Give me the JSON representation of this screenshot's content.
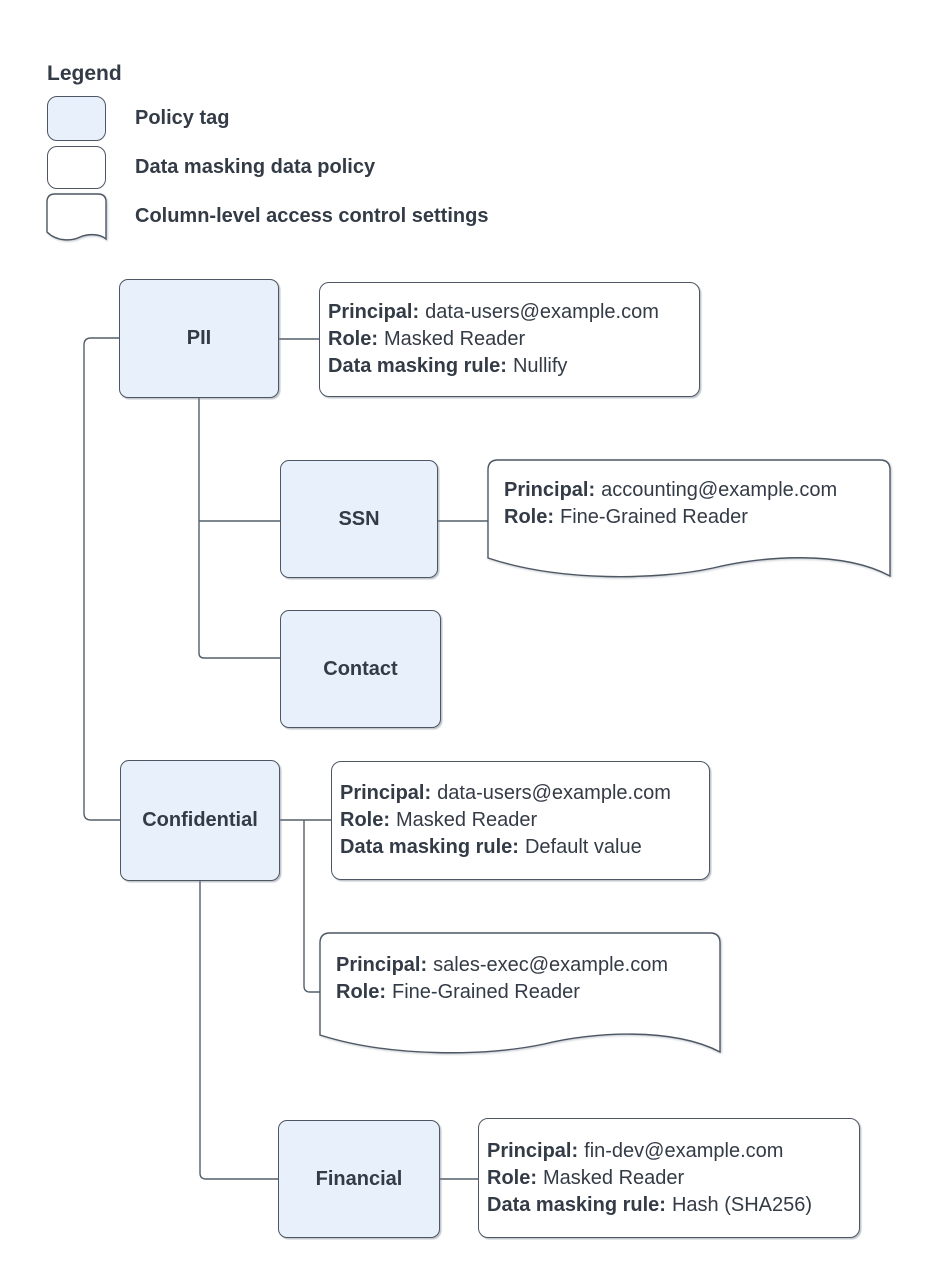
{
  "colors": {
    "policy_tag_fill": "#e8f1fb",
    "shape_fill": "#ffffff",
    "border": "#4d5763",
    "text": "#333b46",
    "connector": "#545e69",
    "background": "#ffffff"
  },
  "legend": {
    "title": "Legend",
    "items": [
      {
        "shape": "policy-tag",
        "label": "Policy tag"
      },
      {
        "shape": "data-masking-policy",
        "label": "Data masking data policy"
      },
      {
        "shape": "column-access-settings",
        "label": "Column-level access control settings"
      }
    ]
  },
  "policy_tags": [
    {
      "id": "pii",
      "label": "PII",
      "parent": null
    },
    {
      "id": "ssn",
      "label": "SSN",
      "parent": "pii"
    },
    {
      "id": "contact",
      "label": "Contact",
      "parent": "pii"
    },
    {
      "id": "confidential",
      "label": "Confidential",
      "parent": null
    },
    {
      "id": "financial",
      "label": "Financial",
      "parent": "confidential"
    }
  ],
  "data_policies": [
    {
      "attached_to": "pii",
      "lines": [
        {
          "label": "Principal:",
          "value": "data-users@example.com"
        },
        {
          "label": "Role:",
          "value": "Masked Reader"
        },
        {
          "label": "Data masking rule:",
          "value": "Nullify"
        }
      ]
    },
    {
      "attached_to": "confidential",
      "lines": [
        {
          "label": "Principal:",
          "value": "data-users@example.com"
        },
        {
          "label": "Role:",
          "value": "Masked Reader"
        },
        {
          "label": "Data masking rule:",
          "value": "Default value"
        }
      ]
    },
    {
      "attached_to": "financial",
      "lines": [
        {
          "label": "Principal:",
          "value": "fin-dev@example.com"
        },
        {
          "label": "Role:",
          "value": "Masked Reader"
        },
        {
          "label": "Data masking rule:",
          "value": "Hash (SHA256)"
        }
      ]
    }
  ],
  "access_settings": [
    {
      "attached_to": "ssn",
      "lines": [
        {
          "label": "Principal:",
          "value": "accounting@example.com"
        },
        {
          "label": "Role:",
          "value": "Fine-Grained Reader"
        }
      ]
    },
    {
      "attached_to": "confidential",
      "lines": [
        {
          "label": "Principal:",
          "value": "sales-exec@example.com"
        },
        {
          "label": "Role:",
          "value": "Fine-Grained Reader"
        }
      ]
    }
  ]
}
